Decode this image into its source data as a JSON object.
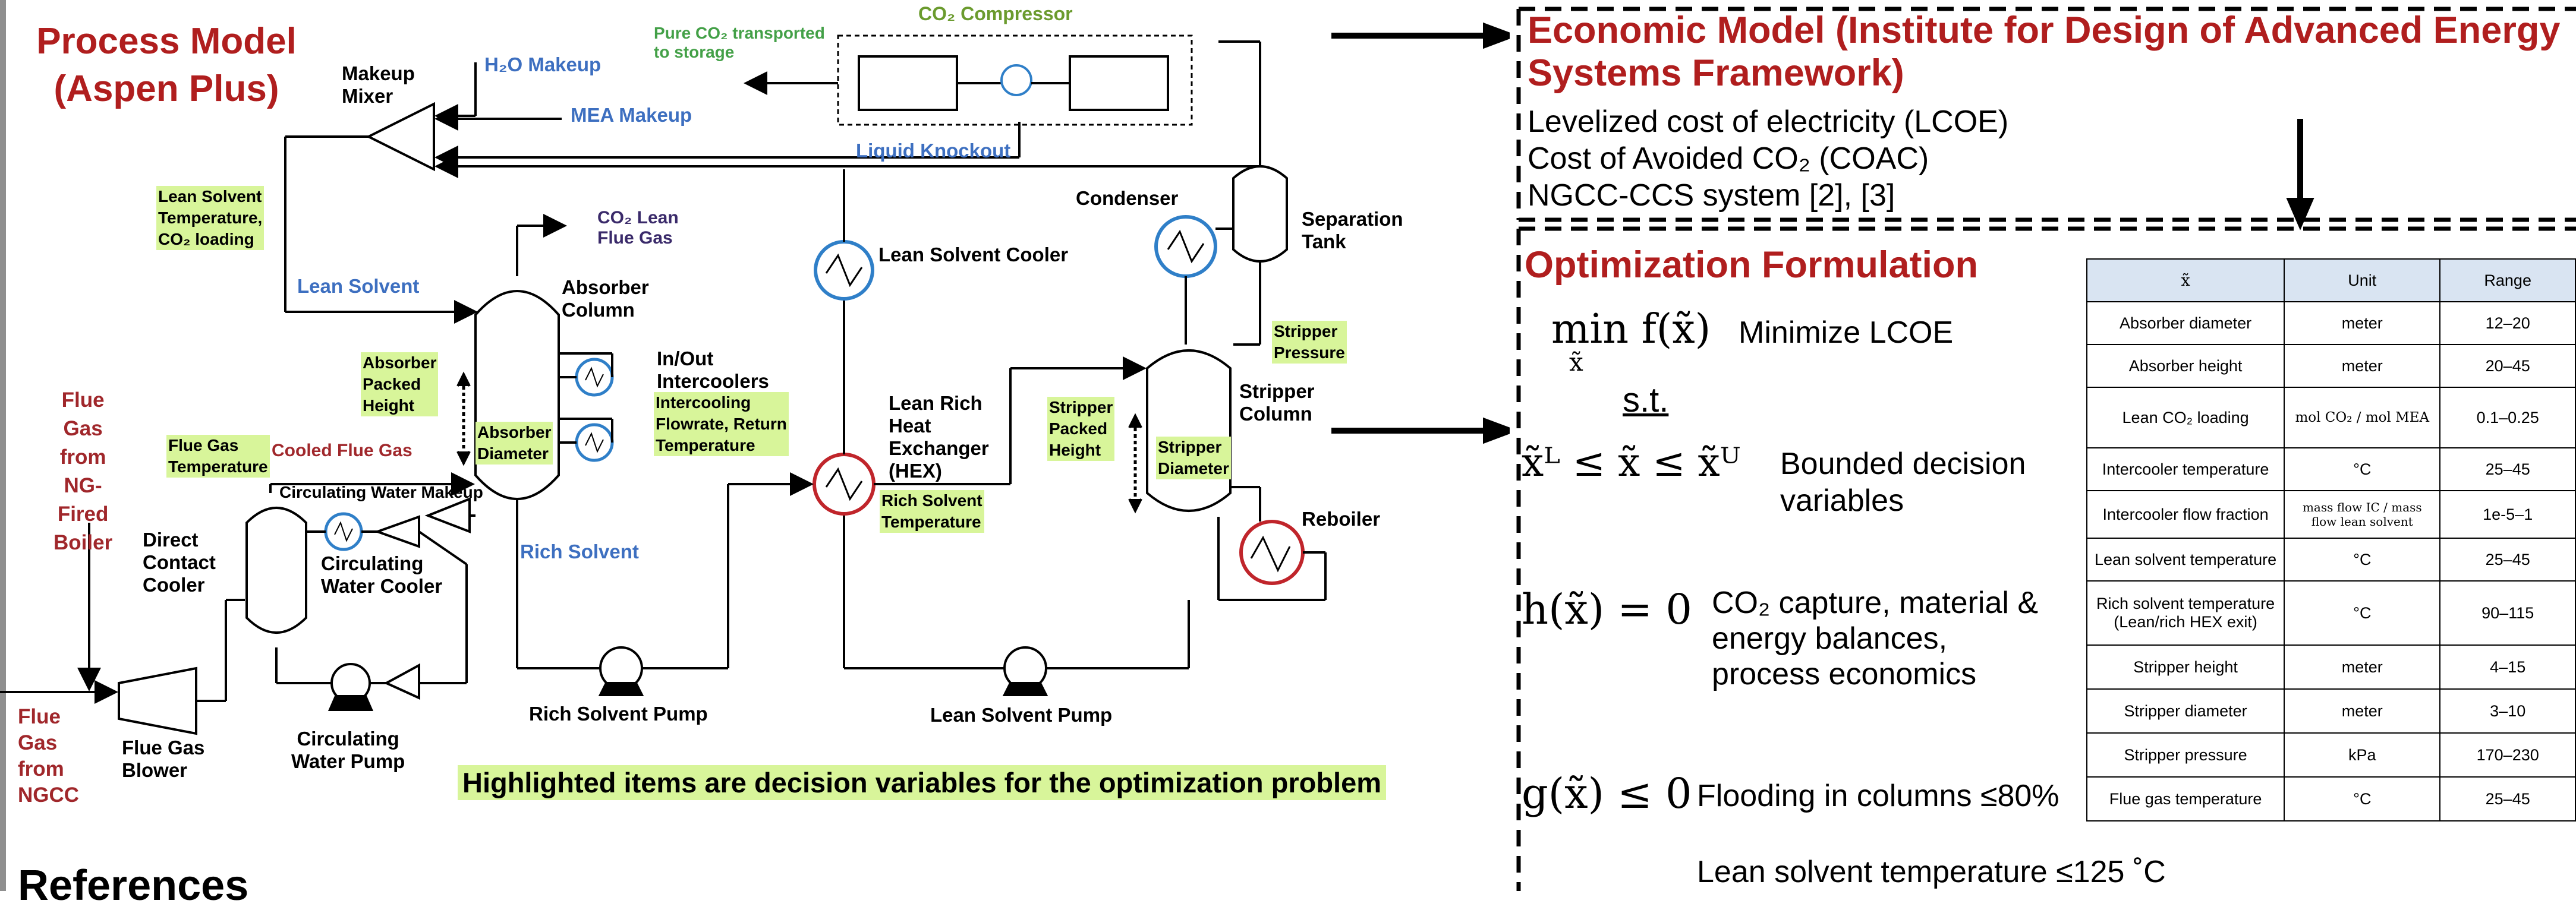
{
  "left": {
    "title_line1": "Process Model",
    "title_line2": "(Aspen Plus)",
    "labels": {
      "makeup_mixer_1": "Makeup",
      "makeup_mixer_2": "Mixer",
      "h2o_makeup": "H₂O Makeup",
      "mea_makeup": "MEA Makeup",
      "pure_co2_1": "Pure CO₂ transported",
      "pure_co2_2": "to storage",
      "co2_compressor": "CO₂ Compressor",
      "liquid_knockout": "Liquid Knockout",
      "condenser": "Condenser",
      "separation_tank_1": "Separation",
      "separation_tank_2": "Tank",
      "co2_lean_1": "CO₂ Lean",
      "co2_lean_2": "Flue Gas",
      "lean_solvent": "Lean Solvent",
      "absorber_column_1": "Absorber",
      "absorber_column_2": "Column",
      "inout_intercoolers_1": "In/Out",
      "inout_intercoolers_2": "Intercoolers",
      "lean_solvent_cooler": "Lean Solvent Cooler",
      "lean_rich_hex_1": "Lean Rich",
      "lean_rich_hex_2": "Heat",
      "lean_rich_hex_3": "Exchanger",
      "lean_rich_hex_4": "(HEX)",
      "stripper_column_1": "Stripper",
      "stripper_column_2": "Column",
      "reboiler": "Reboiler",
      "flue_gas_ng_1": "Flue",
      "flue_gas_ng_2": "Gas",
      "flue_gas_ng_3": "from",
      "flue_gas_ng_4": "NG-",
      "flue_gas_ng_5": "Fired",
      "flue_gas_ng_6": "Boiler",
      "cooled_flue_gas": "Cooled Flue Gas",
      "circ_water_makeup": "Circulating Water Makeup",
      "dcc_1": "Direct",
      "dcc_2": "Contact",
      "dcc_3": "Cooler",
      "circ_water_cooler_1": "Circulating",
      "circ_water_cooler_2": "Water Cooler",
      "rich_solvent": "Rich Solvent",
      "rich_solvent_pump": "Rich Solvent Pump",
      "lean_solvent_pump": "Lean Solvent Pump",
      "circ_water_pump_1": "Circulating",
      "circ_water_pump_2": "Water Pump",
      "flue_gas_blower_1": "Flue Gas",
      "flue_gas_blower_2": "Blower",
      "flue_ngcc_1": "Flue",
      "flue_ngcc_2": "Gas",
      "flue_ngcc_3": "from",
      "flue_ngcc_4": "NGCC"
    },
    "highlights": {
      "lean_temp_1": "Lean Solvent",
      "lean_temp_2": "Temperature,",
      "lean_temp_3": "CO₂ loading",
      "abs_packed_1": "Absorber",
      "abs_packed_2": "Packed",
      "abs_packed_3": "Height",
      "abs_diam_1": "Absorber",
      "abs_diam_2": "Diameter",
      "intercool_1": "Intercooling",
      "intercool_2": "Flowrate, Return",
      "intercool_3": "Temperature",
      "fg_temp_1": "Flue Gas",
      "fg_temp_2": "Temperature",
      "rich_temp_1": "Rich Solvent",
      "rich_temp_2": "Temperature",
      "str_packed_1": "Stripper",
      "str_packed_2": "Packed",
      "str_packed_3": "Height",
      "str_diam_1": "Stripper",
      "str_diam_2": "Diameter",
      "str_press_1": "Stripper",
      "str_press_2": "Pressure"
    },
    "note": "Highlighted items are decision variables for the optimization problem",
    "references": "References"
  },
  "econ": {
    "title": "Economic Model (Institute for Design of Advanced Energy Systems Framework)",
    "items": [
      "Levelized cost of electricity (LCOE)",
      "Cost of Avoided CO₂ (COAC)",
      "NGCC-CCS system [2], [3]"
    ]
  },
  "opt": {
    "title": "Optimization Formulation",
    "objective_math": "min f(x̃)",
    "objective_sub": "x̃",
    "objective_desc": "Minimize LCOE",
    "st": "s.t.",
    "bounds_math": "x̃ᴸ ≤ x̃ ≤ x̃ᵁ",
    "bounds_desc_1": "Bounded decision",
    "bounds_desc_2": "variables",
    "eq_math": "h(x̃) = 0",
    "eq_desc_1": "CO₂ capture, material &",
    "eq_desc_2": "energy balances,",
    "eq_desc_3": "process economics",
    "ineq_math": "g(x̃) ≤ 0",
    "ineq_desc": "Flooding in columns ≤80%",
    "ineq_desc_2": "Lean solvent temperature ≤125 ˚C"
  },
  "table": {
    "headers": [
      "x̃",
      "Unit",
      "Range"
    ],
    "rows": [
      [
        "Absorber diameter",
        "meter",
        "12–20"
      ],
      [
        "Absorber height",
        "meter",
        "20–45"
      ],
      [
        "Lean CO₂ loading",
        "mol CO₂ / mol MEA",
        "0.1–0.25"
      ],
      [
        "Intercooler temperature",
        "°C",
        "25–45"
      ],
      [
        "Intercooler flow fraction",
        "mass flow IC / mass flow lean solvent",
        "1e-5–1"
      ],
      [
        "Lean solvent temperature",
        "°C",
        "25–45"
      ],
      [
        "Rich solvent temperature (Lean/rich HEX exit)",
        "°C",
        "90–115"
      ],
      [
        "Stripper height",
        "meter",
        "4–15"
      ],
      [
        "Stripper diameter",
        "meter",
        "3–10"
      ],
      [
        "Stripper pressure",
        "kPa",
        "170–230"
      ],
      [
        "Flue gas temperature",
        "°C",
        "25–45"
      ]
    ]
  },
  "colors": {
    "title_red": "#b01e1e",
    "label_blue": "#3d6fc0",
    "highlight_green": "#d8f59a",
    "hex_red": "#c0252b",
    "cooler_blue": "#2f7fc8"
  }
}
